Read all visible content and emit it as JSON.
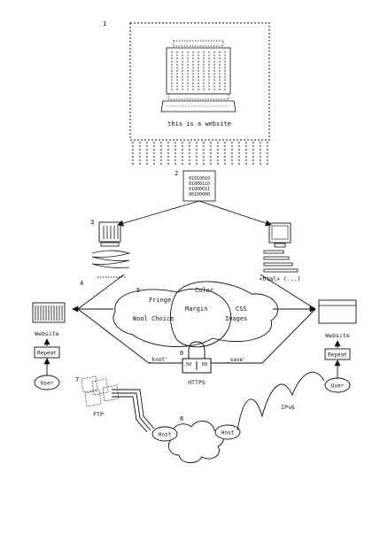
{
  "steps": {
    "s1": "1",
    "s2": "2",
    "s3": "3",
    "s4": "4",
    "s5": "5",
    "s6": "6",
    "s7": "7",
    "s8": "8"
  },
  "website_panel": {
    "caption": "this is a website"
  },
  "binary_block": {
    "lines": [
      "01010010",
      "01000110",
      "01000011",
      "00100000"
    ]
  },
  "right_computer": {
    "caption": "<html> (...)"
  },
  "venn": {
    "left_labels": [
      "Fringe",
      "Wool Choice"
    ],
    "center_labels": [
      "Color",
      "Margin"
    ],
    "right_labels": [
      "CSS",
      "Images"
    ]
  },
  "lock": {
    "left_code": "50",
    "right_code": "60",
    "left_tag": "_knot'",
    "right_tag": "_save'",
    "label": "HTTPS"
  },
  "left_flow": {
    "website": "Website",
    "repeat": "Repeat",
    "user": "User"
  },
  "right_flow": {
    "website": "Website",
    "repeat": "Repeat",
    "user": "User"
  },
  "network": {
    "ftp_label": "FTP",
    "ipv6_label": "IPv6",
    "host_left": "Host",
    "host_right": "Host"
  },
  "colors": {
    "ink": "#111111",
    "paper": "#ffffff"
  }
}
